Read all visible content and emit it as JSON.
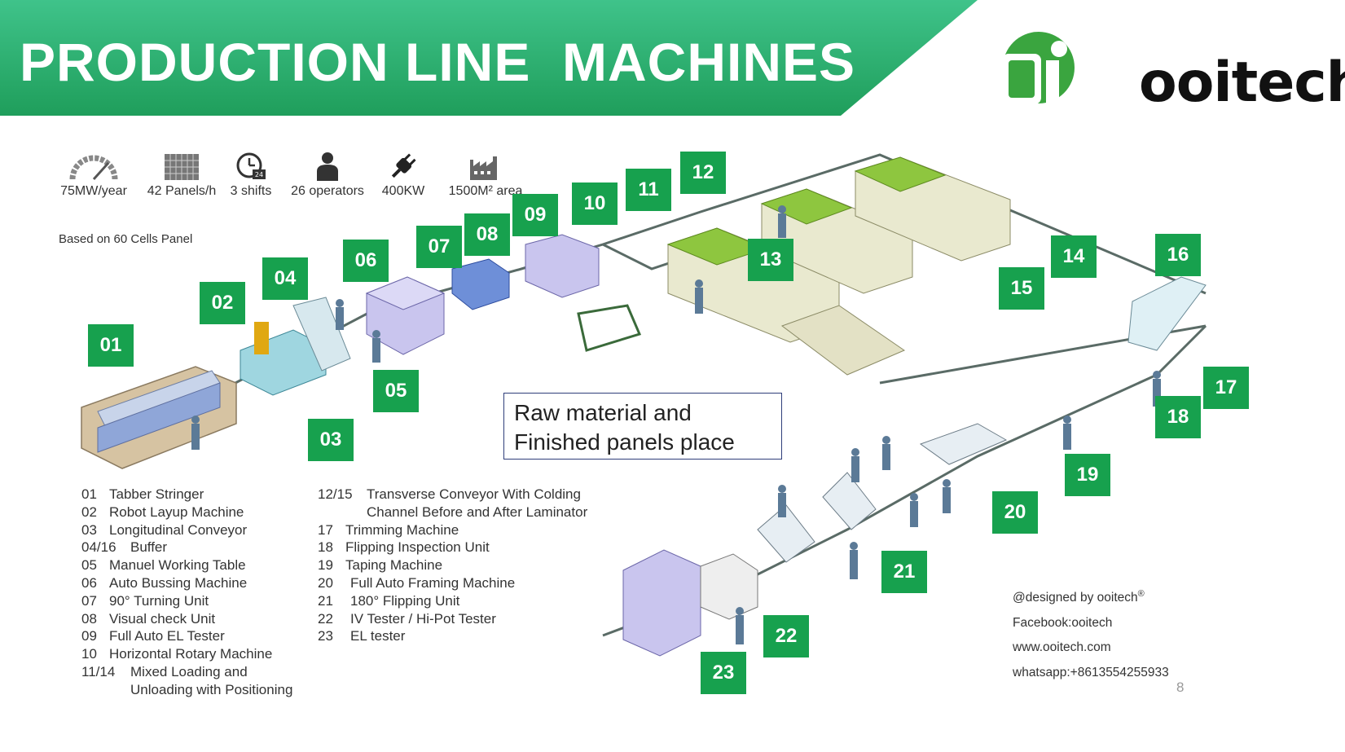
{
  "title": "PRODUCTION LINE  MACHINES",
  "logo": {
    "text": "ooitech"
  },
  "colors": {
    "banner_green": "#1f9e5b",
    "banner_light": "#3fc38a",
    "badge_green": "#17a14e"
  },
  "stats": [
    {
      "icon": "speedometer-icon",
      "label": "75MW/year"
    },
    {
      "icon": "solar-panel-icon",
      "label": "42 Panels/h"
    },
    {
      "icon": "clock-24h-icon",
      "label": "3 shifts"
    },
    {
      "icon": "operator-icon",
      "label": "26 operators"
    },
    {
      "icon": "power-plug-icon",
      "label": "400KW"
    },
    {
      "icon": "factory-icon",
      "label": "1500M² area"
    }
  ],
  "basis_note": "Based on 60 Cells Panel",
  "raw_material": {
    "line1": "Raw material  and",
    "line2": "Finished panels place"
  },
  "badges": [
    "01",
    "02",
    "03",
    "04",
    "05",
    "06",
    "07",
    "08",
    "09",
    "10",
    "11",
    "12",
    "13",
    "14",
    "15",
    "16",
    "17",
    "18",
    "19",
    "20",
    "21",
    "22",
    "23"
  ],
  "legend_left": [
    {
      "num": "01",
      "text": "Tabber Stringer"
    },
    {
      "num": "02",
      "text": "Robot Layup Machine"
    },
    {
      "num": "03",
      "text": "Longitudinal Conveyor"
    },
    {
      "num": "04/16",
      "text": "Buffer"
    },
    {
      "num": "05",
      "text": "Manuel Working Table"
    },
    {
      "num": "06",
      "text": "Auto Bussing Machine"
    },
    {
      "num": "07",
      "text": "90° Turning Unit"
    },
    {
      "num": "08",
      "text": "Visual check Unit"
    },
    {
      "num": "09",
      "text": "Full Auto EL Tester"
    },
    {
      "num": "10",
      "text": "Horizontal Rotary Machine"
    },
    {
      "num": "11/14",
      "text": "Mixed Loading and",
      "text2": "Unloading with Positioning"
    }
  ],
  "legend_right": [
    {
      "num": "12/15",
      "text": "Transverse Conveyor With Colding",
      "text2": "Channel Before and After Laminator"
    },
    {
      "num": "17",
      "text": "Trimming Machine"
    },
    {
      "num": "18",
      "text": "Flipping Inspection Unit"
    },
    {
      "num": "19",
      "text": "Taping Machine"
    },
    {
      "num": "20",
      "text": "Full Auto Framing Machine"
    },
    {
      "num": "21",
      "text": "180° Flipping Unit"
    },
    {
      "num": "22",
      "text": "IV Tester / Hi-Pot Tester"
    },
    {
      "num": "23",
      "text": "EL tester"
    }
  ],
  "contact": {
    "designed": "@designed by ooitech",
    "registered": "®",
    "facebook": "Facebook:ooitech",
    "website": "www.ooitech.com",
    "whatsapp": "whatsapp:+8613554255933"
  },
  "page_number": "8"
}
